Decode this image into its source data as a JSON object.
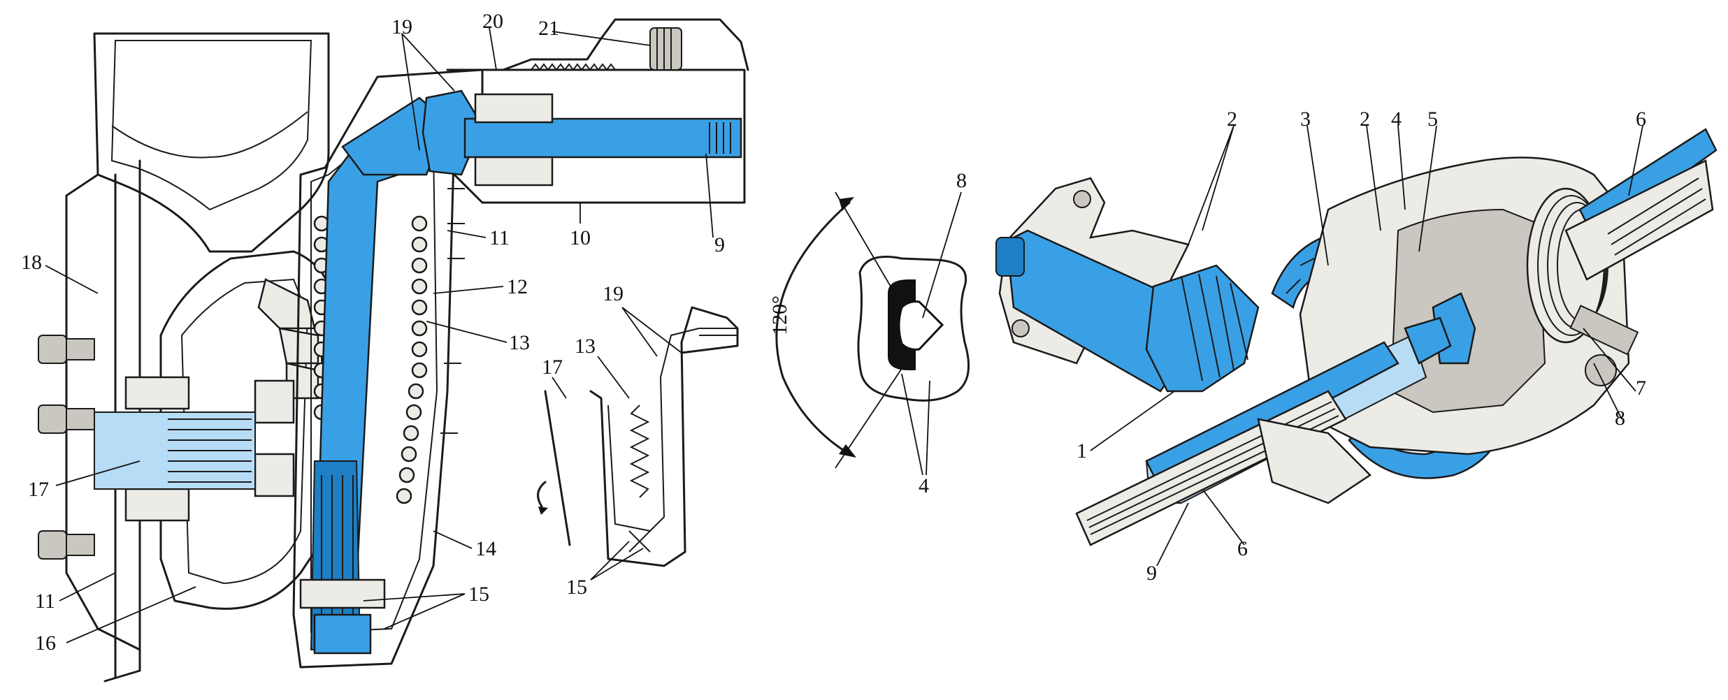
{
  "figure_left": {
    "callouts": [
      "19",
      "20",
      "21",
      "18",
      "11",
      "10",
      "9",
      "12",
      "13",
      "17",
      "14",
      "15",
      "16"
    ],
    "callouts_detail": [
      "19",
      "13",
      "17",
      "15"
    ]
  },
  "figure_middle": {
    "angle_label": "120°",
    "callouts": [
      "8",
      "4"
    ]
  },
  "figure_right": {
    "callouts": [
      "2",
      "3",
      "2",
      "4",
      "5",
      "6",
      "1",
      "7",
      "8",
      "9",
      "6"
    ]
  }
}
